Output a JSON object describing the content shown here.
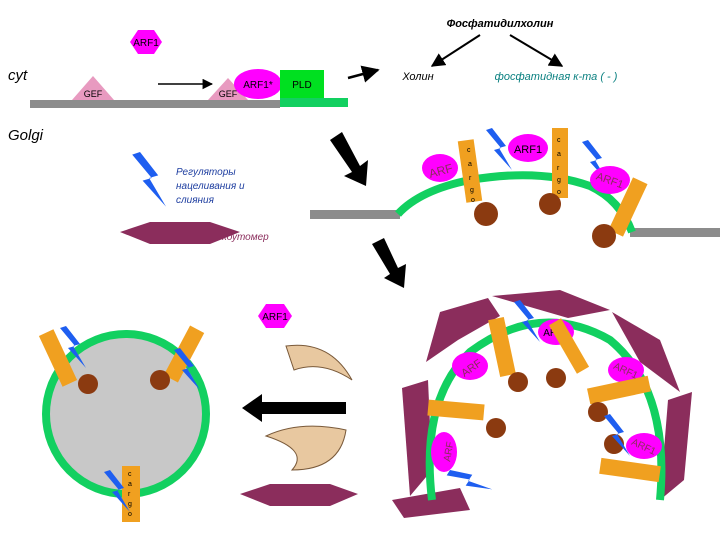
{
  "labels": {
    "phosphatidylcholine": "Фосфатидилхолин",
    "choline": "Холин",
    "phosphatidic_acid": "фосфатидная к-та ( - )",
    "cyt": "cyt",
    "golgi": "Golgi",
    "regulators": [
      "Регуляторы",
      "нацеливания и",
      "слияния"
    ],
    "coatomer": "коутомер"
  },
  "proteins": {
    "arf1": "ARF1",
    "arf1_active": "ARF1*",
    "arf_trunc": "ARF",
    "arf1_partial": "ARF1",
    "gef": "GEF",
    "pld": "PLD"
  },
  "cargo_letters": [
    "c",
    "a",
    "r",
    "g",
    "o"
  ],
  "colors": {
    "arf_magenta": "#ff00ff",
    "gef_pink": "#e89ac0",
    "pld_green": "#00e020",
    "membrane_green": "#12d060",
    "coatomer_purple": "#8b2d5c",
    "cargo_orange": "#f0a020",
    "knob_brown": "#8b3a10",
    "bolt_blue": "#1e5ef0",
    "vesicle_gray": "#c8c8c8",
    "bar_gray": "#8c8c8c",
    "teal_text": "#0a8080"
  }
}
